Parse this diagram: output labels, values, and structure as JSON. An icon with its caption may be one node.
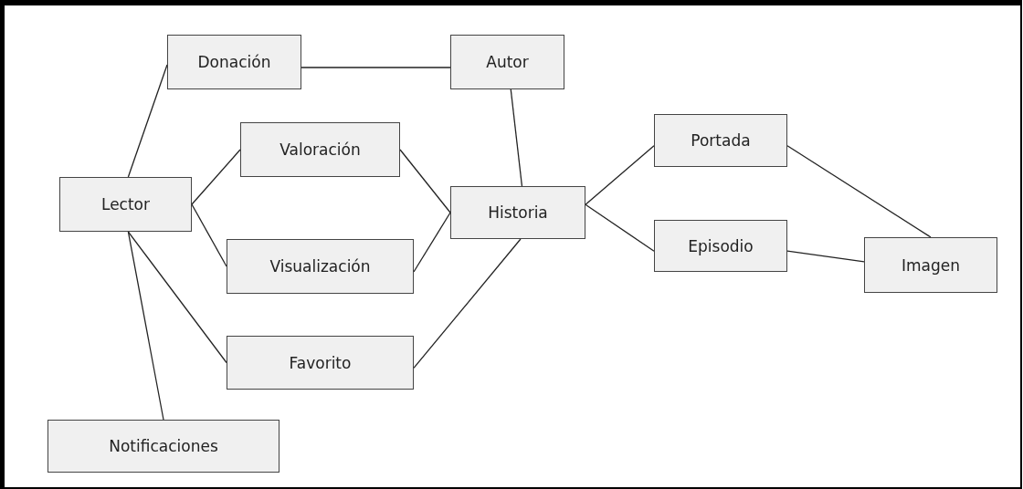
{
  "diagram": {
    "nodes": [
      {
        "text": [
          "Donación"
        ]
      },
      {
        "text": [
          "Autor"
        ]
      },
      {
        "text": [
          "Portada"
        ]
      },
      {
        "text": [
          "Valoración"
        ]
      },
      {
        "text": [
          "Lector"
        ]
      },
      {
        "text": [
          "Historia"
        ]
      },
      {
        "text": [
          "Episodio"
        ]
      },
      {
        "text": [
          "Imagen"
        ]
      },
      {
        "text": [
          "Visualización"
        ]
      },
      {
        "text": [
          "Favorito"
        ]
      },
      {
        "text": [
          "Notificaciones"
        ]
      }
    ],
    "edges": [
      {
        "from": 4,
        "to": 0,
        "arrow": "none"
      },
      {
        "from": 0,
        "to": 1,
        "arrow": "none"
      },
      {
        "from": 1,
        "to": 5,
        "arrow": "none"
      },
      {
        "from": 4,
        "to": 3,
        "arrow": "none"
      },
      {
        "from": 4,
        "to": 8,
        "arrow": "none"
      },
      {
        "from": 4,
        "to": 9,
        "arrow": "none"
      },
      {
        "from": 4,
        "to": 10,
        "arrow": "none"
      },
      {
        "from": 3,
        "to": 5,
        "arrow": "none"
      },
      {
        "from": 8,
        "to": 5,
        "arrow": "none"
      },
      {
        "from": 9,
        "to": 5,
        "arrow": "none"
      },
      {
        "from": 5,
        "to": 2,
        "arrow": "none"
      },
      {
        "from": 5,
        "to": 6,
        "arrow": "none"
      },
      {
        "from": 2,
        "to": 7,
        "arrow": "none"
      },
      {
        "from": 6,
        "to": 7,
        "arrow": "none"
      }
    ]
  }
}
